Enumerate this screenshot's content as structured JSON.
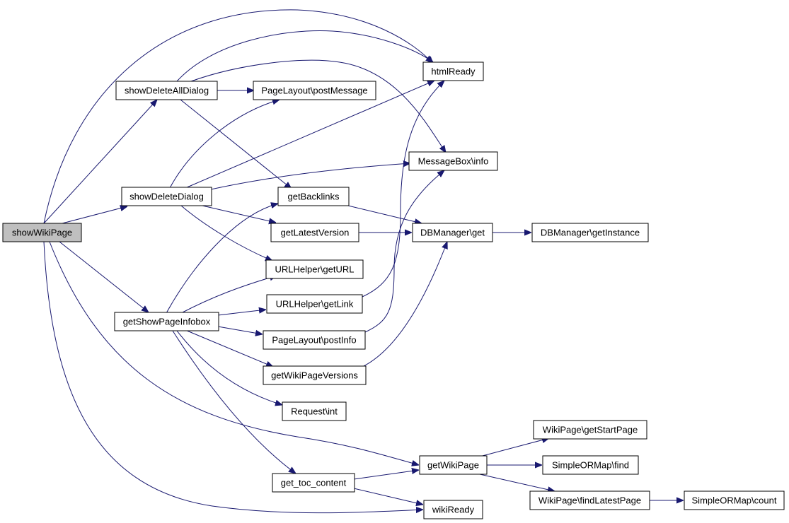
{
  "nodes": {
    "show_wiki_page": "showWikiPage",
    "show_delete_all_dialog": "showDeleteAllDialog",
    "show_delete_dialog": "showDeleteDialog",
    "get_show_page_infobox": "getShowPageInfobox",
    "html_ready": "htmlReady",
    "page_layout_post_message": "PageLayout\\postMessage",
    "message_box_info": "MessageBox\\info",
    "get_backlinks": "getBacklinks",
    "get_latest_version": "getLatestVersion",
    "db_manager_get": "DBManager\\get",
    "db_manager_get_instance": "DBManager\\getInstance",
    "url_helper_get_url": "URLHelper\\getURL",
    "url_helper_get_link": "URLHelper\\getLink",
    "page_layout_post_info": "PageLayout\\postInfo",
    "get_wiki_page_versions": "getWikiPageVersions",
    "request_int": "Request\\int",
    "wiki_page_get_start_page": "WikiPage\\getStartPage",
    "get_wiki_page": "getWikiPage",
    "simple_or_map_find": "SimpleORMap\\find",
    "get_toc_content": "get_toc_content",
    "wiki_page_find_latest_page": "WikiPage\\findLatestPage",
    "simple_or_map_count": "SimpleORMap\\count",
    "wiki_ready": "wikiReady"
  },
  "highlighted_node": "show_wiki_page",
  "colors": {
    "edge": "#191970",
    "root_fill": "#bfbfbf",
    "node_fill": "#ffffff",
    "node_border": "#000000"
  },
  "edges": [
    [
      "show_wiki_page",
      "html_ready"
    ],
    [
      "show_wiki_page",
      "show_delete_all_dialog"
    ],
    [
      "show_wiki_page",
      "show_delete_dialog"
    ],
    [
      "show_wiki_page",
      "get_show_page_infobox"
    ],
    [
      "show_wiki_page",
      "get_wiki_page"
    ],
    [
      "show_wiki_page",
      "wiki_ready"
    ],
    [
      "show_delete_all_dialog",
      "html_ready"
    ],
    [
      "show_delete_all_dialog",
      "page_layout_post_message"
    ],
    [
      "show_delete_all_dialog",
      "message_box_info"
    ],
    [
      "show_delete_all_dialog",
      "get_backlinks"
    ],
    [
      "show_delete_dialog",
      "html_ready"
    ],
    [
      "show_delete_dialog",
      "page_layout_post_message"
    ],
    [
      "show_delete_dialog",
      "message_box_info"
    ],
    [
      "show_delete_dialog",
      "get_latest_version"
    ],
    [
      "show_delete_dialog",
      "url_helper_get_url"
    ],
    [
      "get_show_page_infobox",
      "get_backlinks"
    ],
    [
      "get_show_page_infobox",
      "url_helper_get_url"
    ],
    [
      "get_show_page_infobox",
      "url_helper_get_link"
    ],
    [
      "get_show_page_infobox",
      "page_layout_post_info"
    ],
    [
      "get_show_page_infobox",
      "get_wiki_page_versions"
    ],
    [
      "get_show_page_infobox",
      "request_int"
    ],
    [
      "get_show_page_infobox",
      "get_toc_content"
    ],
    [
      "get_backlinks",
      "db_manager_get"
    ],
    [
      "get_latest_version",
      "db_manager_get"
    ],
    [
      "db_manager_get",
      "db_manager_get_instance"
    ],
    [
      "url_helper_get_link",
      "html_ready"
    ],
    [
      "page_layout_post_info",
      "message_box_info"
    ],
    [
      "get_wiki_page_versions",
      "db_manager_get"
    ],
    [
      "get_toc_content",
      "get_wiki_page"
    ],
    [
      "get_toc_content",
      "wiki_ready"
    ],
    [
      "get_wiki_page",
      "wiki_page_get_start_page"
    ],
    [
      "get_wiki_page",
      "simple_or_map_find"
    ],
    [
      "get_wiki_page",
      "wiki_page_find_latest_page"
    ],
    [
      "wiki_page_find_latest_page",
      "simple_or_map_count"
    ]
  ]
}
